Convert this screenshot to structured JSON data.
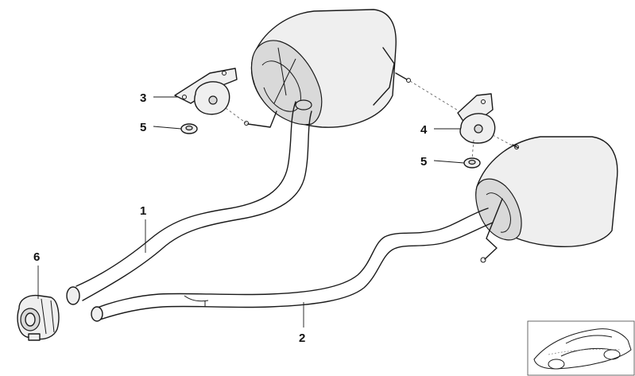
{
  "diagram": {
    "callouts": [
      {
        "id": "c1",
        "label": "1"
      },
      {
        "id": "c2",
        "label": "2"
      },
      {
        "id": "c3",
        "label": "3"
      },
      {
        "id": "c4",
        "label": "4"
      },
      {
        "id": "c5a",
        "label": "5"
      },
      {
        "id": "c5b",
        "label": "5"
      },
      {
        "id": "c6",
        "label": "6"
      }
    ]
  }
}
